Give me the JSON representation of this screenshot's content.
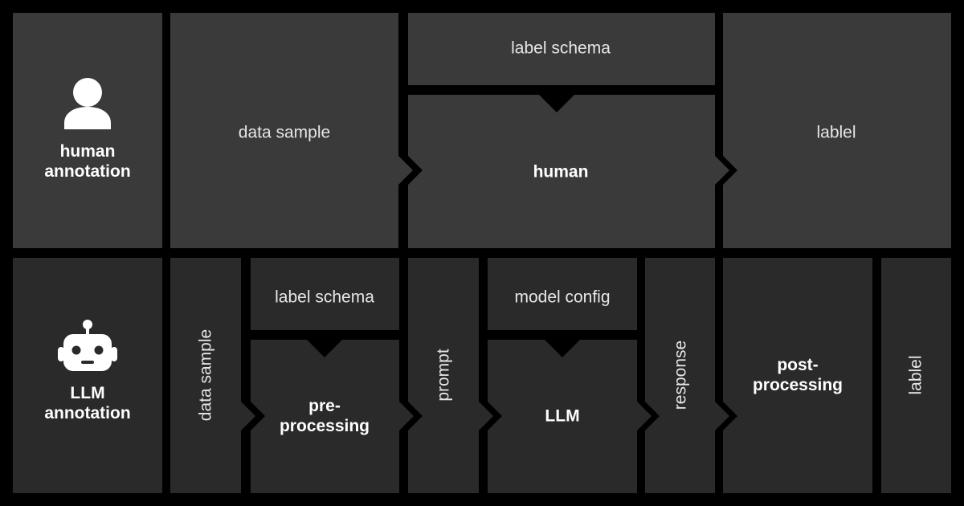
{
  "colors": {
    "background": "#000000",
    "human_panel": "#3a3a3a",
    "llm_panel": "#2a2a2a",
    "text": "#e6e6e6",
    "icon": "#ffffff"
  },
  "human_row": {
    "icon": "person-icon",
    "title_line1": "human",
    "title_line2": "annotation",
    "data_sample": "data sample",
    "label_schema": "label schema",
    "annotator": "human",
    "output": "lablel"
  },
  "llm_row": {
    "icon": "robot-icon",
    "title_line1": "LLM",
    "title_line2": "annotation",
    "data_sample": "data sample",
    "label_schema": "label schema",
    "preprocessing_line1": "pre-",
    "preprocessing_line2": "processing",
    "prompt": "prompt",
    "model_config": "model config",
    "model": "LLM",
    "response": "response",
    "postprocessing_line1": "post-",
    "postprocessing_line2": "processing",
    "output": "lablel"
  }
}
